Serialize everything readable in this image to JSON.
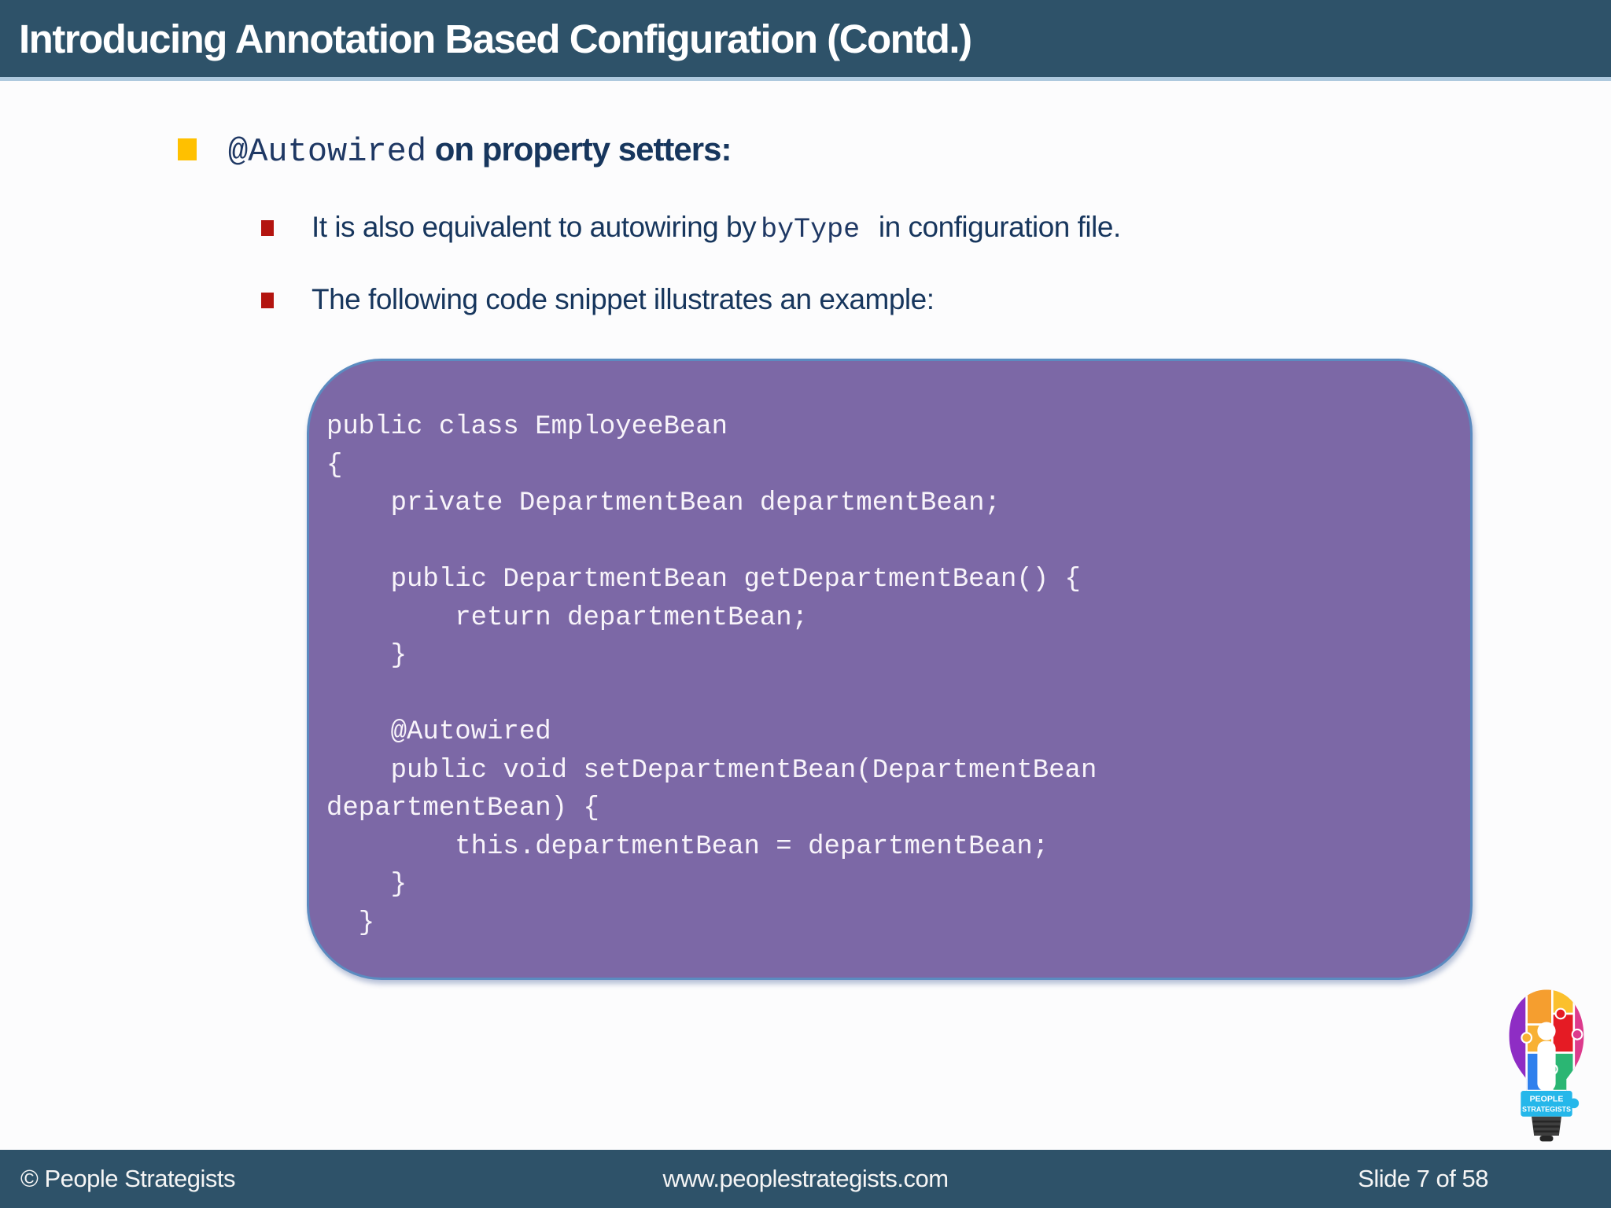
{
  "header": {
    "title": "Introducing Annotation Based Configuration (Contd.)"
  },
  "bullets": {
    "main": {
      "code": "@Autowired",
      "text": " on property setters:"
    },
    "sub1": {
      "pre": "It is also equivalent to autowiring by",
      "code": "byType",
      "post": " in configuration file."
    },
    "sub2": {
      "text": "The following code snippet illustrates an example:"
    }
  },
  "code_block": {
    "code": "public class EmployeeBean\n{\n    private DepartmentBean departmentBean;\n\n    public DepartmentBean getDepartmentBean() {\n        return departmentBean;\n    }\n\n    @Autowired\n    public void setDepartmentBean(DepartmentBean\ndepartmentBean) {\n        this.departmentBean = departmentBean;\n    }\n  }"
  },
  "footer": {
    "copyright": "© People Strategists",
    "website": "www.peoplestrategists.com",
    "slide": "Slide 7 of 58"
  },
  "logo": {
    "line1": "PEOPLE",
    "line2": "STRATEGISTS"
  },
  "colors": {
    "header_bg": "#2E5269",
    "header_separator": "#AEC9DE",
    "body_bg": "#FCFCFD",
    "text_navy": "#17365D",
    "mono_navy": "#1F3864",
    "code_bg": "#7C68A6",
    "code_border": "#5B8BC0",
    "code_text": "#F8F4FA",
    "bullet_yellow": "#FFC000",
    "bullet_red": "#B3140F",
    "footer_bg": "#2E5269",
    "footer_text": "#F5F5F5"
  }
}
